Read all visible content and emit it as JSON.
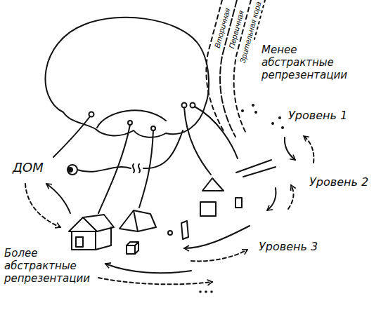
{
  "diagram": {
    "labels": [
      "Вторичная",
      "Первичная",
      "Зрительная кора",
      "Менее абстрактные репрезентации",
      "Уровень 1",
      "Уровень 2",
      "Уровень 3",
      "ДОМ",
      "Более абстрактные репрезентации"
    ]
  }
}
